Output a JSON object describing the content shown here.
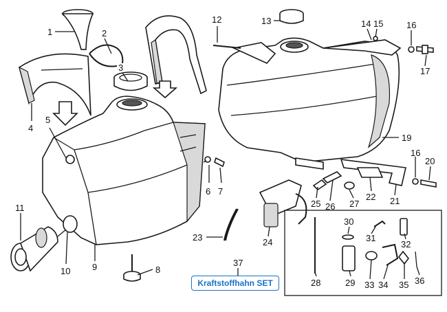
{
  "callouts": {
    "n1": "1",
    "n2": "2",
    "n3": "3",
    "n4": "4",
    "n5": "5",
    "n6": "6",
    "n7": "7",
    "n8": "8",
    "n9": "9",
    "n10": "10",
    "n11": "11",
    "n12": "12",
    "n13": "13",
    "n14": "14",
    "n15": "15",
    "n16a": "16",
    "n16b": "16",
    "n17": "17",
    "n19": "19",
    "n20": "20",
    "n21": "21",
    "n22": "22",
    "n23": "23",
    "n24": "24",
    "n25": "25",
    "n26": "26",
    "n27": "27",
    "n28": "28",
    "n29": "29",
    "n30": "30",
    "n31": "31",
    "n32": "32",
    "n33": "33",
    "n34": "34",
    "n35": "35",
    "n36": "36",
    "n37": "37"
  },
  "set_link": {
    "label": "Kraftstoffhahn SET",
    "color": "#1a72c7"
  }
}
